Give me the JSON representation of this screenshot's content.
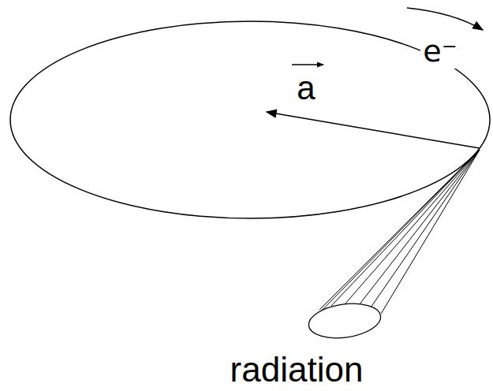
{
  "diagram": {
    "labels": [
      "e⁻",
      "a",
      "radiation"
    ]
  }
}
